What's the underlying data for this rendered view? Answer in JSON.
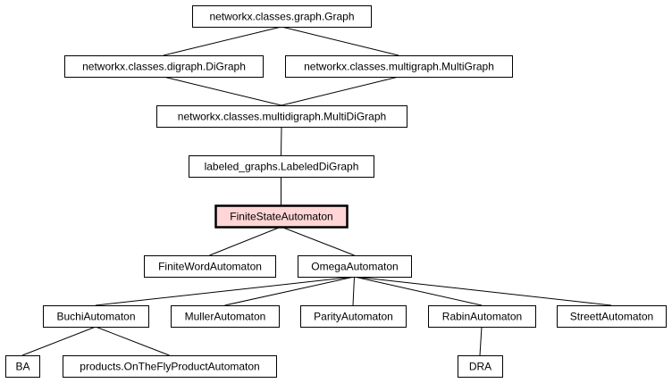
{
  "nodes": [
    {
      "id": "graph",
      "label": "networkx.classes.graph.Graph"
    },
    {
      "id": "digraph",
      "label": "networkx.classes.digraph.DiGraph"
    },
    {
      "id": "multigraph",
      "label": "networkx.classes.multigraph.MultiGraph"
    },
    {
      "id": "multidigraph",
      "label": "networkx.classes.multidigraph.MultiDiGraph"
    },
    {
      "id": "labeleddigraph",
      "label": "labeled_graphs.LabeledDiGraph"
    },
    {
      "id": "fsa",
      "label": "FiniteStateAutomaton",
      "highlight": true
    },
    {
      "id": "fwa",
      "label": "FiniteWordAutomaton"
    },
    {
      "id": "omega",
      "label": "OmegaAutomaton"
    },
    {
      "id": "buchi",
      "label": "BuchiAutomaton"
    },
    {
      "id": "muller",
      "label": "MullerAutomaton"
    },
    {
      "id": "parity",
      "label": "ParityAutomaton"
    },
    {
      "id": "rabin",
      "label": "RabinAutomaton"
    },
    {
      "id": "streett",
      "label": "StreettAutomaton"
    },
    {
      "id": "ba",
      "label": "BA"
    },
    {
      "id": "product",
      "label": "products.OnTheFlyProductAutomaton"
    },
    {
      "id": "dra",
      "label": "DRA"
    }
  ],
  "edges": [
    [
      "graph",
      "digraph"
    ],
    [
      "graph",
      "multigraph"
    ],
    [
      "digraph",
      "multidigraph"
    ],
    [
      "multigraph",
      "multidigraph"
    ],
    [
      "multidigraph",
      "labeleddigraph"
    ],
    [
      "labeleddigraph",
      "fsa"
    ],
    [
      "fsa",
      "fwa"
    ],
    [
      "fsa",
      "omega"
    ],
    [
      "omega",
      "buchi"
    ],
    [
      "omega",
      "muller"
    ],
    [
      "omega",
      "parity"
    ],
    [
      "omega",
      "rabin"
    ],
    [
      "omega",
      "streett"
    ],
    [
      "buchi",
      "ba"
    ],
    [
      "buchi",
      "product"
    ],
    [
      "rabin",
      "dra"
    ]
  ]
}
